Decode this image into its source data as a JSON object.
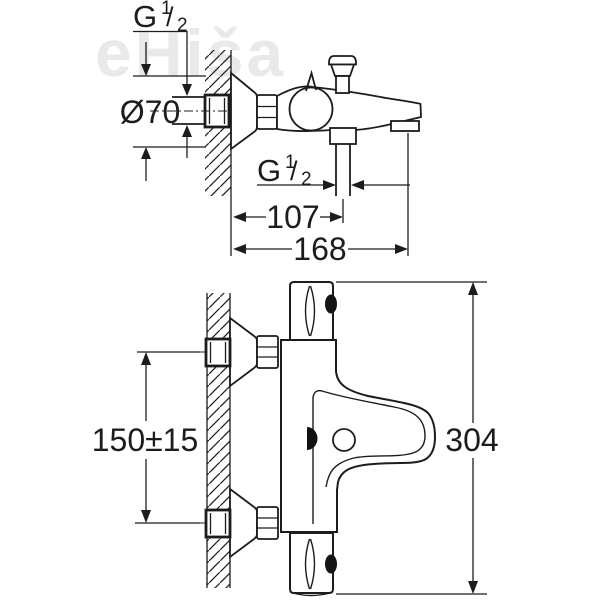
{
  "watermark": {
    "text": "eHiša"
  },
  "labels": {
    "thread_wall": {
      "g": "G",
      "num": "1",
      "slash": "/",
      "den": "2"
    },
    "thread_shower": {
      "g": "G",
      "num": "1",
      "slash": "/",
      "den": "2"
    },
    "escutcheon_diameter": "Ø70",
    "wall_to_shower_outlet": "107",
    "wall_to_spout_tip": "168",
    "inlet_spacing": "150±15",
    "overall_height": "304"
  }
}
